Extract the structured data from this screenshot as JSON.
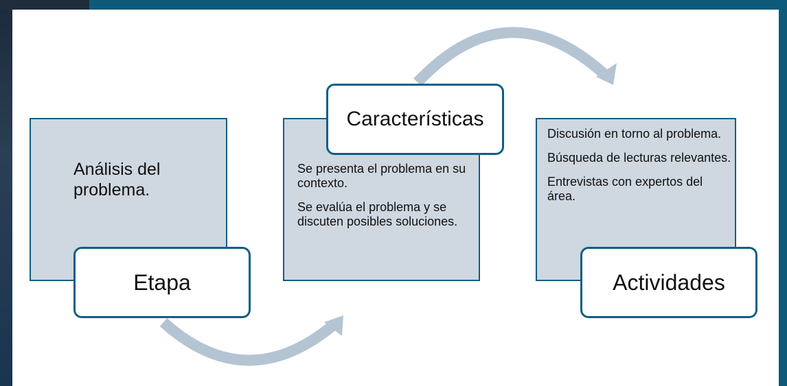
{
  "diagram": {
    "colors": {
      "frame": "#0d5a7a",
      "box_fill": "#cfd7e0",
      "box_border": "#0f5f82",
      "arrow": "#b4c4d3"
    },
    "stages": [
      {
        "label": "Etapa",
        "content": [
          "Análisis del",
          "problema."
        ]
      },
      {
        "label": "Características",
        "content": [
          "Se presenta el problema en su contexto.",
          "Se evalúa el problema y se discuten posibles soluciones."
        ]
      },
      {
        "label": "Actividades",
        "content": [
          "Discusión en torno al problema.",
          "Búsqueda de lecturas relevantes.",
          "Entrevistas con expertos del área."
        ]
      }
    ]
  }
}
